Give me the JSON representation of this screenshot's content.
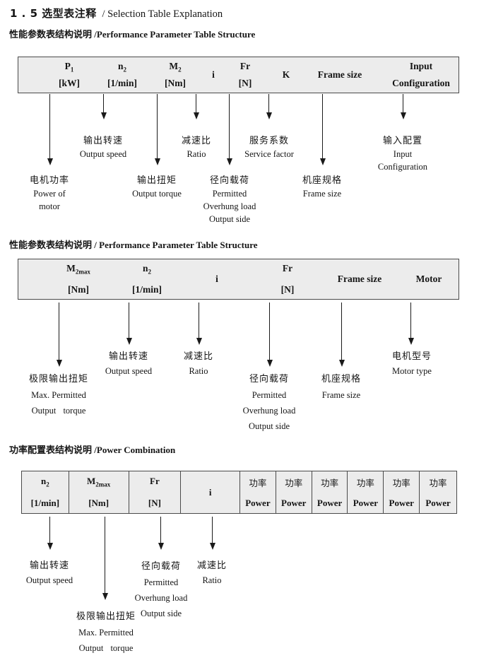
{
  "title": {
    "zh": "1 . 5 选型表注释",
    "en": "/ Selection Table Explanation"
  },
  "s1": {
    "heading_zh": "性能参数表结构说明",
    "heading_en": "/Performance Parameter Table Structure",
    "t": {
      "p1": {
        "b": "P",
        "s": "1",
        "u": "[kW]"
      },
      "n2": {
        "b": "n",
        "s": "2",
        "u": "[1/min]"
      },
      "m2": {
        "b": "M",
        "s": "2",
        "u": "[Nm]"
      },
      "i": "i",
      "fr": {
        "b": "Fr",
        "u": "[N]"
      },
      "k": "K",
      "frame": "Frame size",
      "input1": "Input",
      "input2": "Configuration"
    },
    "lab": {
      "motor_zh": "电机功率",
      "motor_en1": "Power of",
      "motor_en2": "motor",
      "speed_zh": "输出转速",
      "speed_en": "Output speed",
      "torque_zh": "输出扭矩",
      "torque_en": "Output torque",
      "ratio_zh": "减速比",
      "ratio_en": "Ratio",
      "fr_zh": "径向载荷",
      "fr_en1": "Permitted",
      "fr_en2": "Overhung load",
      "fr_en3": "Output side",
      "k_zh": "服务系数",
      "k_en": "Service factor",
      "frame_zh": "机座规格",
      "frame_en": "Frame size",
      "input_zh": "输入配置",
      "input_en1": "Input",
      "input_en2": "Configuration"
    }
  },
  "s2": {
    "heading_zh": "性能参数表结构说明",
    "heading_en": "/ Performance Parameter Table Structure",
    "t": {
      "m2max": {
        "b": "M",
        "s": "2max",
        "u": "[Nm]"
      },
      "n2": {
        "b": "n",
        "s": "2",
        "u": "[1/min]"
      },
      "i": "i",
      "fr": {
        "b": "Fr",
        "u": "[N]"
      },
      "frame": "Frame size",
      "motor": "Motor"
    },
    "lab": {
      "max_zh": "极限输出扭矩",
      "max_en1": "Max. Permitted",
      "max_en2": "Output torque",
      "speed_zh": "输出转速",
      "speed_en": "Output speed",
      "ratio_zh": "减速比",
      "ratio_en": "Ratio",
      "fr_zh": "径向载荷",
      "fr_en1": "Permitted",
      "fr_en2": "Overhung load",
      "fr_en3": "Output side",
      "frame_zh": "机座规格",
      "frame_en": "Frame size",
      "motor_zh": "电机型号",
      "motor_en": "Motor type"
    }
  },
  "s3": {
    "heading_zh": "功率配置表结构说明",
    "heading_en": "/Power Combination",
    "t": {
      "n2": {
        "b": "n",
        "s": "2",
        "u": "[1/min]"
      },
      "m2max": {
        "b": "M",
        "s": "2max",
        "u": "[Nm]"
      },
      "fr": {
        "b": "Fr",
        "u": "[N]"
      },
      "i": "i",
      "power_zh": "功率",
      "power_en": "Power",
      "power_count": 6
    },
    "lab": {
      "speed_zh": "输出转速",
      "speed_en": "Output speed",
      "max_zh": "极限输出扭矩",
      "max_en1": "Max. Permitted",
      "max_en2": "Output torque",
      "fr_zh": "径向载荷",
      "fr_en1": "Permitted",
      "fr_en2": "Overhung load",
      "fr_en3": "Output side",
      "ratio_zh": "减速比",
      "ratio_en": "Ratio"
    }
  },
  "colors": {
    "table_bg": "#ececec",
    "table_border": "#4a4a4a",
    "arrow": "#1a1a1a",
    "text": "#151515"
  }
}
